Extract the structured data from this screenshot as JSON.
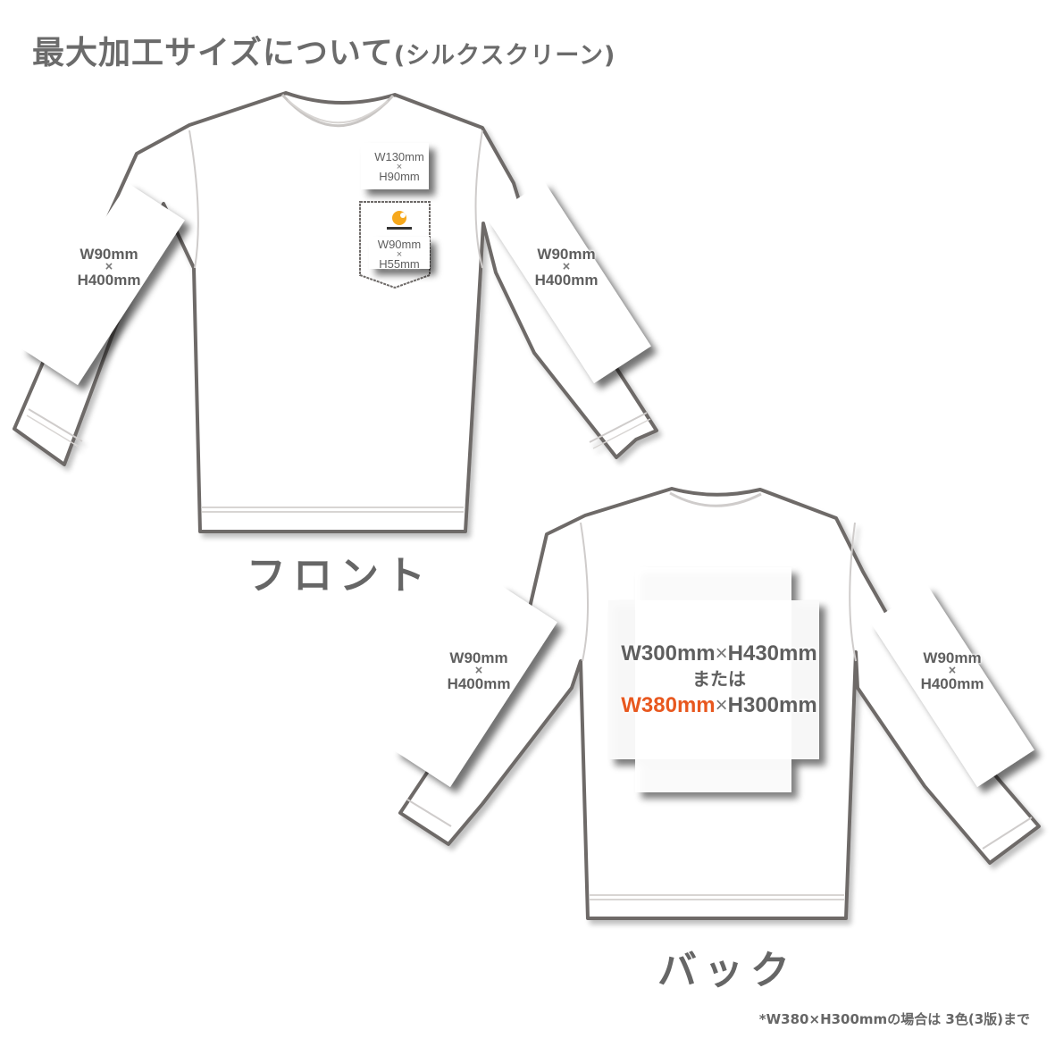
{
  "header": {
    "title_main": "最大加工サイズについて",
    "title_sub": "(シルクスクリーン)"
  },
  "front": {
    "caption": "フロント",
    "left_sleeve": {
      "w": "W90mm",
      "times": "×",
      "h": "H400mm"
    },
    "right_sleeve": {
      "w": "W90mm",
      "times": "×",
      "h": "H400mm"
    },
    "chest": {
      "w": "W130mm",
      "times": "×",
      "h": "H90mm"
    },
    "pocket": {
      "w": "W90mm",
      "times": "×",
      "h": "H55mm"
    },
    "pocket_logo": {
      "brand": "carhartt",
      "color": "#f6a81c"
    }
  },
  "back": {
    "caption": "バック",
    "left_sleeve": {
      "w": "W90mm",
      "times": "×",
      "h": "H400mm"
    },
    "right_sleeve": {
      "w": "W90mm",
      "times": "×",
      "h": "H400mm"
    },
    "center": {
      "option1_w": "W300mm",
      "option1_times": "×",
      "option1_h": "H430mm",
      "or": "または",
      "option2_w": "W380mm",
      "option2_times": "×",
      "option2_h": "H300mm",
      "highlight_color": "#e8581f"
    }
  },
  "footnote": "*W380×H300mmの場合は 3色(3版)まで",
  "colors": {
    "outline": "#6e6a68",
    "text": "#666666",
    "accent": "#e8581f"
  }
}
